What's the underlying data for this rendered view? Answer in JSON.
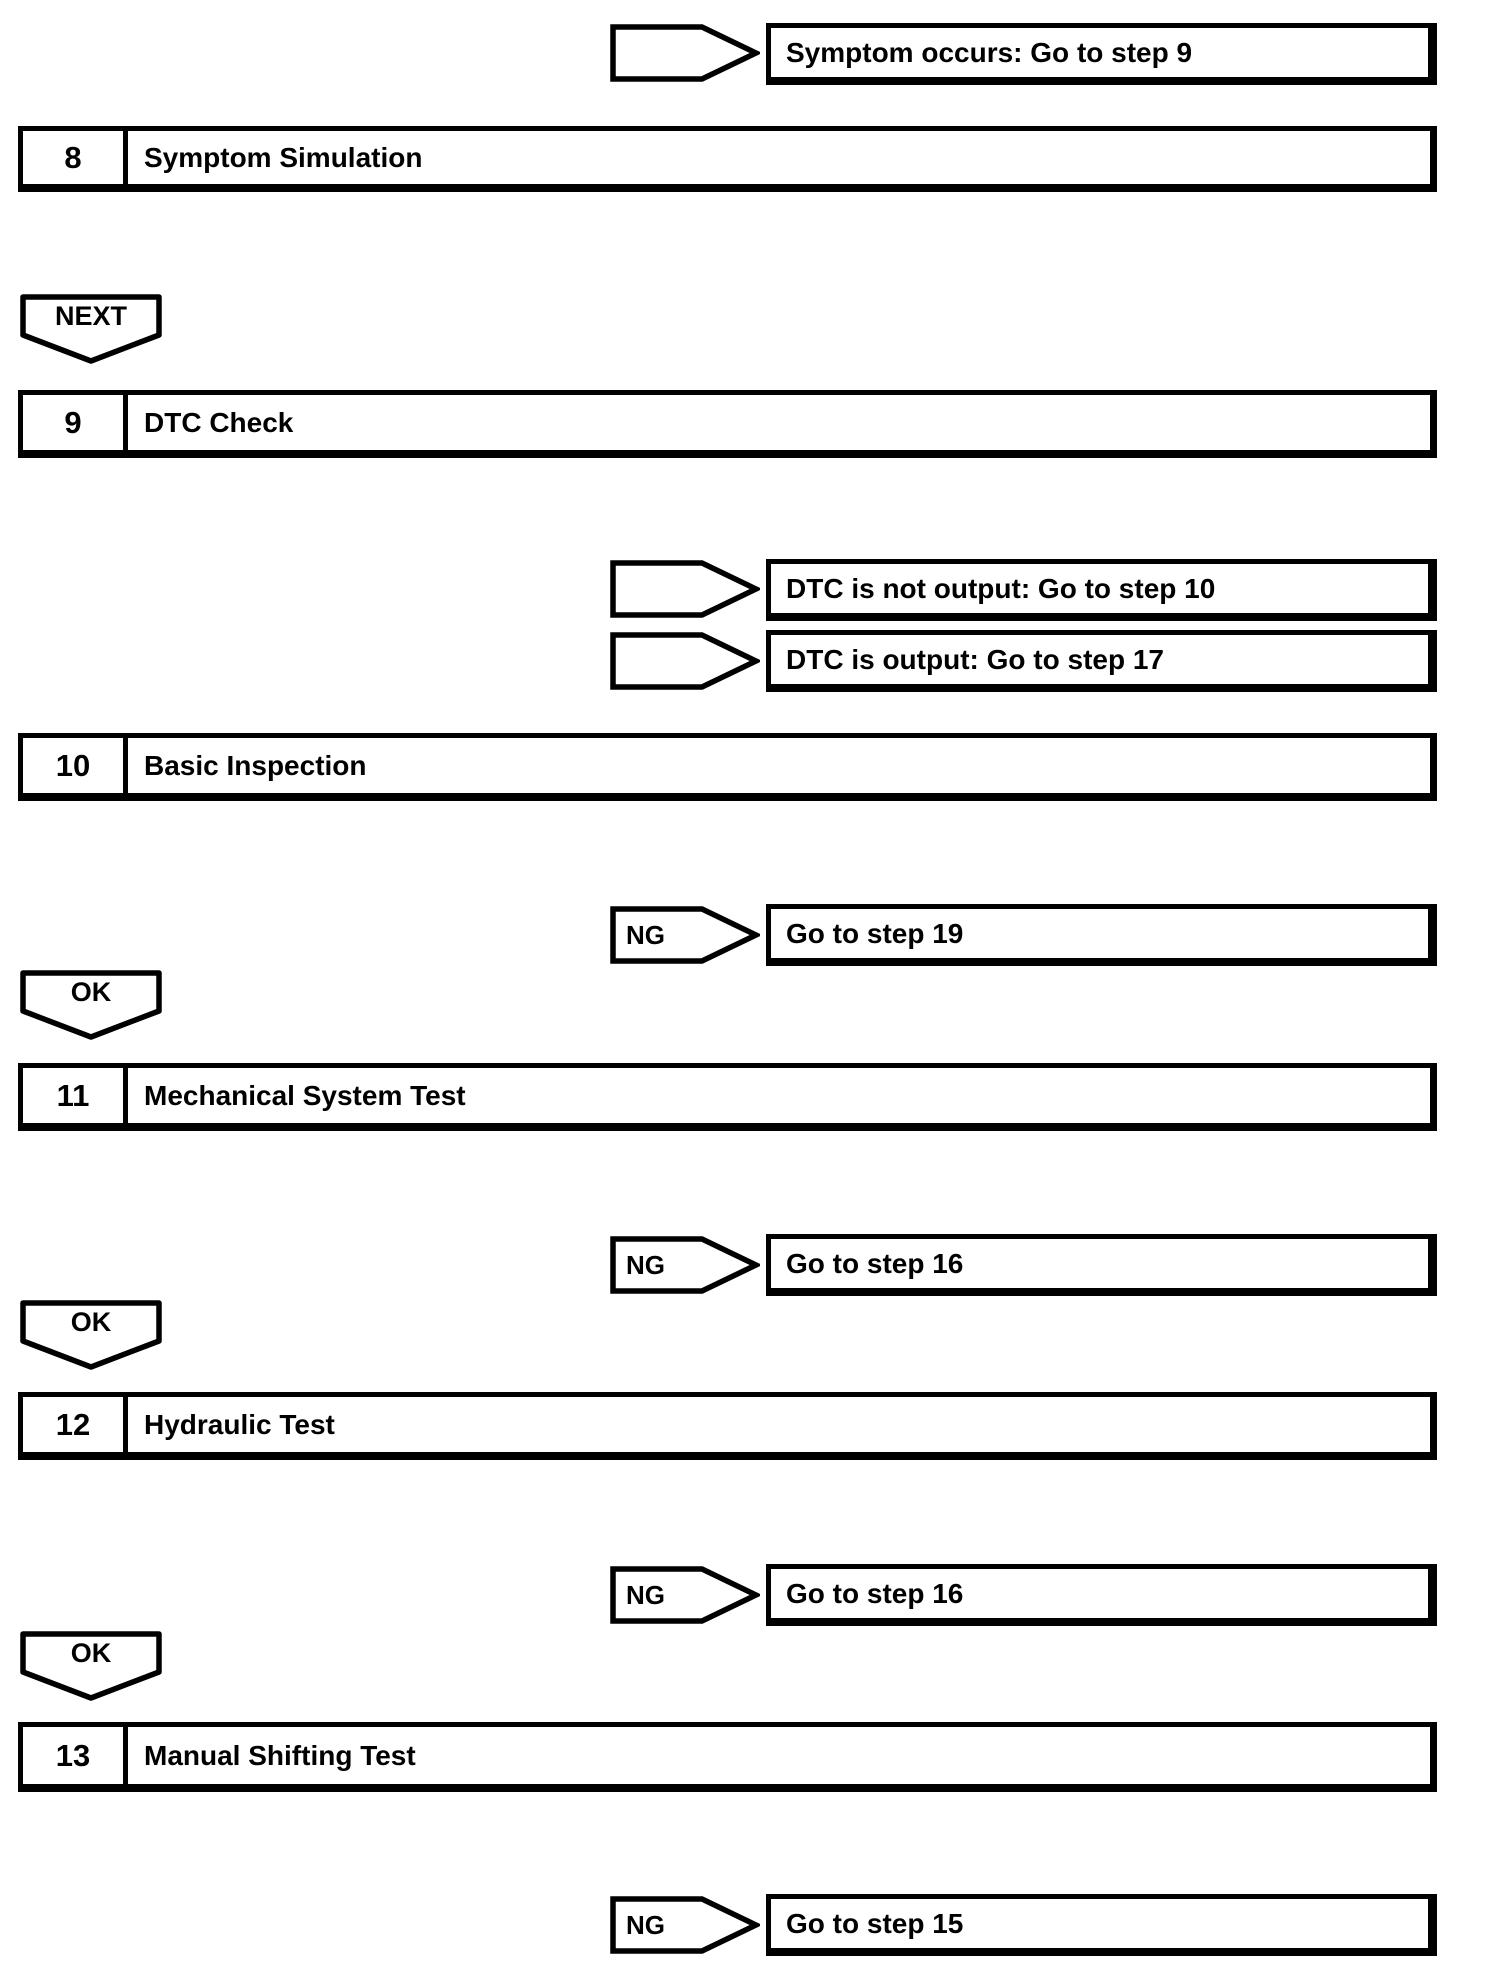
{
  "colors": {
    "background": "#ffffff",
    "line": "#000000"
  },
  "flowchart": {
    "results": [
      {
        "tag": "",
        "label": "Symptom occurs: Go to step 9"
      },
      {
        "tag": "",
        "label": "DTC is not output: Go to step 10"
      },
      {
        "tag": "",
        "label": "DTC is output: Go to step 17"
      },
      {
        "tag": "NG",
        "label": "Go to step 19"
      },
      {
        "tag": "NG",
        "label": "Go to step 16"
      },
      {
        "tag": "NG",
        "label": "Go to step 16"
      },
      {
        "tag": "NG",
        "label": "Go to step 15"
      }
    ],
    "steps": [
      {
        "number": "8",
        "title": "Symptom Simulation"
      },
      {
        "number": "9",
        "title": "DTC Check"
      },
      {
        "number": "10",
        "title": "Basic Inspection"
      },
      {
        "number": "11",
        "title": "Mechanical System Test"
      },
      {
        "number": "12",
        "title": "Hydraulic Test"
      },
      {
        "number": "13",
        "title": "Manual Shifting Test"
      }
    ],
    "connectors": [
      {
        "label": "NEXT"
      },
      {
        "label": "OK"
      },
      {
        "label": "OK"
      },
      {
        "label": "OK"
      }
    ]
  }
}
